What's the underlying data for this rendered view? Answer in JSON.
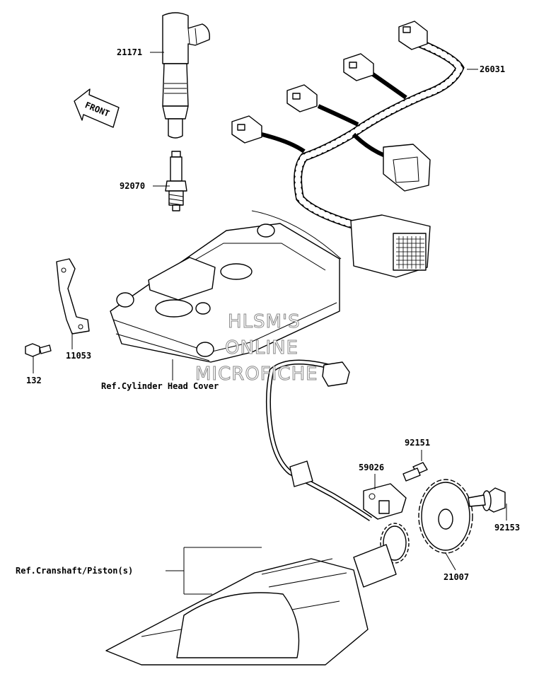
{
  "diagram": {
    "front_arrow": "FRONT",
    "watermark": [
      "HLSM'S",
      "ONLINE",
      "MICROFICHE"
    ],
    "parts": [
      {
        "id": "ign-coil",
        "number": "21171"
      },
      {
        "id": "spark-plug",
        "number": "92070"
      },
      {
        "id": "harness",
        "number": "26031"
      },
      {
        "id": "bracket",
        "number": "11053"
      },
      {
        "id": "bolt-small",
        "number": "132"
      },
      {
        "id": "screw",
        "number": "92151"
      },
      {
        "id": "pickup-coil",
        "number": "59026"
      },
      {
        "id": "flange-bolt",
        "number": "92153"
      },
      {
        "id": "rotor",
        "number": "21007"
      }
    ],
    "refs": {
      "head_cover": "Ref.Cylinder Head Cover",
      "crankshaft": "Ref.Cranshaft/Piston(s)"
    }
  }
}
